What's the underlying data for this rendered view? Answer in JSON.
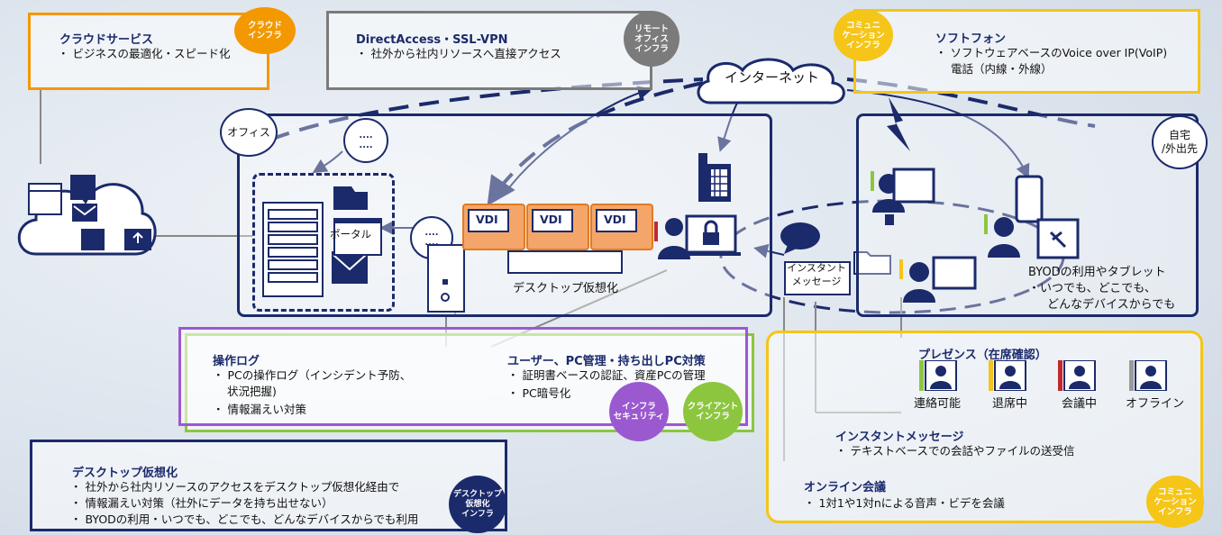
{
  "cloud_service": {
    "title": "クラウドサービス",
    "line1": "・ ビジネスの最適化・スピード化",
    "badge": "クラウド\nインフラ",
    "badge_color": "#f39800"
  },
  "direct_access": {
    "title": "DirectAccess・SSL-VPN",
    "line1": "・ 社外から社内リソースへ直接アクセス",
    "badge": "リモート\nオフィス\nインフラ",
    "badge_color": "#7b7b7b"
  },
  "softphone": {
    "title": "ソフトフォン",
    "line1": "・ ソフトウェアベースのVoice over IP(VoIP)",
    "line2": "電話（内線・外線）",
    "badge": "コミュニ\nケーション\nインフラ",
    "badge_color": "#f5c518"
  },
  "internet_label": "インターネット",
  "office_label": "オフィス",
  "home_label": "自宅\n/外出先",
  "portal_label": "ポータル",
  "vdi_labels": [
    "VDI",
    "VDI",
    "VDI"
  ],
  "desktop_virtualization_label": "デスクトップ仮想化",
  "instant_message_label": "インスタント\nメッセージ",
  "byod": {
    "line1": "BYODの利用やタブレット",
    "line2": "・いつでも、どこでも、",
    "line3": "どんなデバイスからでも"
  },
  "operation_log": {
    "title": "操作ログ",
    "line1": "・ PCの操作ログ（インシデント予防、",
    "line2": "状況把握)",
    "line3": "・ 情報漏えい対策"
  },
  "user_pc": {
    "title": "ユーザー、PC管理・持ち出しPC対策",
    "line1": "・ 証明書ベースの認証、資産PCの管理",
    "line2": "・ PC暗号化",
    "badge_security": "インフラ\nセキュリティ",
    "badge_client": "クライアント\nインフラ",
    "color_security": "#9b59d0",
    "color_client": "#8cc63f"
  },
  "desktop_virtualization": {
    "title": "デスクトップ仮想化",
    "line1": "・ 社外から社内リソースのアクセスをデスクトップ仮想化経由で",
    "line2": "・ 情報漏えい対策（社外にデータを持ち出せない）",
    "line3": "・ BYODの利用・いつでも、どこでも、どんなデバイスからでも利用",
    "badge": "デスクトップ\n仮想化\nインフラ",
    "badge_color": "#1b2a6b"
  },
  "presence": {
    "title": "プレゼンス（在席確認）",
    "statuses": [
      {
        "label": "連絡可能",
        "color": "#8cc63f"
      },
      {
        "label": "退席中",
        "color": "#f5c518"
      },
      {
        "label": "会議中",
        "color": "#c0282d"
      },
      {
        "label": "オフライン",
        "color": "#9a9a9a"
      }
    ]
  },
  "instant_message": {
    "title": "インスタントメッセージ",
    "line1": "・ テキストベースでの会話やファイルの送受信"
  },
  "online_meeting": {
    "title": "オンライン会議",
    "line1": "・ 1対1や1対nによる音声・ビデを会議",
    "badge": "コミュニ\nケーション\nインフラ",
    "badge_color": "#f5c518"
  },
  "bubble_dots": "....\n...."
}
